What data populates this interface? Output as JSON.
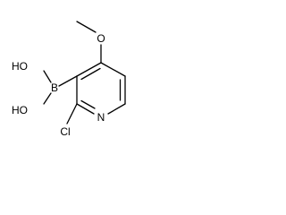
{
  "molecule": {
    "atoms": {
      "boron": "B",
      "hydroxyl_top": "HO",
      "hydroxyl_bottom": "HO",
      "oxygen": "O",
      "nitrogen": "N",
      "chlorine": "Cl"
    }
  }
}
